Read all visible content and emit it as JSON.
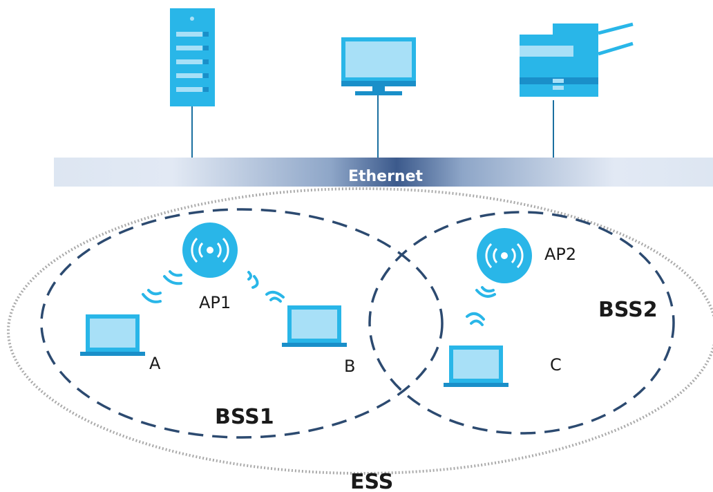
{
  "ethernet_label": "Ethernet",
  "access_points": {
    "ap1": "AP1",
    "ap2": "AP2"
  },
  "clients": {
    "a": "A",
    "b": "B",
    "c": "C"
  },
  "bss": {
    "bss1": "BSS1",
    "bss2": "BSS2"
  },
  "ess_label": "ESS",
  "colors": {
    "device_main": "#29b6e8",
    "device_light": "#a8e0f7",
    "device_dark": "#1a8fc9",
    "line": "#1a6fa0",
    "dash": "#2c4a70",
    "ess_dots": "#aaaaaa",
    "ethernet_dark": "#3c5a8c",
    "ethernet_light": "#dde6f2",
    "label": "#1a1a1a"
  },
  "icons": {
    "server": "server-icon",
    "monitor": "monitor-icon",
    "printer": "printer-icon",
    "access_point": "wireless-access-point-icon",
    "laptop": "laptop-icon",
    "signal": "wifi-signal-icon"
  }
}
